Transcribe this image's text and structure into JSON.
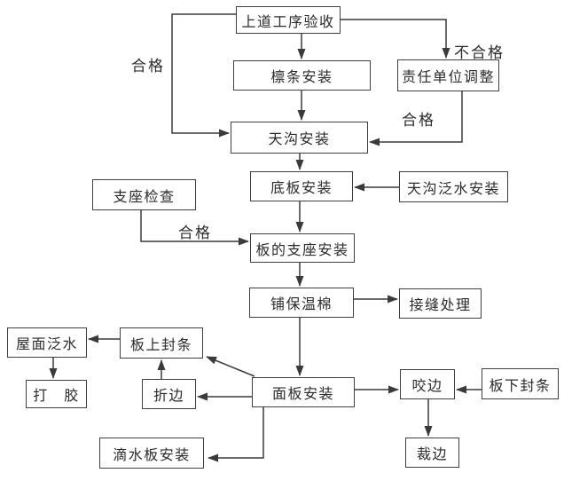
{
  "diagram": {
    "type": "flowchart",
    "language": "zh-CN",
    "colors": {
      "background": "#ffffff",
      "box_border": "#3f3f3f",
      "line": "#3a3a3a",
      "text": "#2b2b2b"
    },
    "nodes": [
      {
        "id": "previous-process-acceptance",
        "label": "上道工序验收"
      },
      {
        "id": "purlin-installation",
        "label": "檩条安装"
      },
      {
        "id": "responsible-unit-adjustment",
        "label": "责任单位调整"
      },
      {
        "id": "gutter-installation",
        "label": "天沟安装"
      },
      {
        "id": "bottom-plate-installation",
        "label": "底板安装"
      },
      {
        "id": "gutter-flashing-installation",
        "label": "天沟泛水安装"
      },
      {
        "id": "support-inspection",
        "label": "支座检查"
      },
      {
        "id": "plate-support-installation",
        "label": "板的支座安装"
      },
      {
        "id": "insulation-cotton-laying",
        "label": "铺保温棉"
      },
      {
        "id": "joint-treatment",
        "label": "接缝处理"
      },
      {
        "id": "roof-flashing",
        "label": "屋面泛水"
      },
      {
        "id": "seal-strip-above-plate",
        "label": "板上封条"
      },
      {
        "id": "glue-application",
        "label": "打　胶"
      },
      {
        "id": "edge-folding",
        "label": "折边"
      },
      {
        "id": "panel-installation",
        "label": "面板安装"
      },
      {
        "id": "edge-seaming",
        "label": "咬边"
      },
      {
        "id": "seal-strip-below-plate",
        "label": "板下封条"
      },
      {
        "id": "drip-plate-installation",
        "label": "滴水板安装"
      },
      {
        "id": "edge-trimming",
        "label": "裁边"
      }
    ],
    "edge_labels": [
      {
        "id": "qualified-left",
        "text": "合格"
      },
      {
        "id": "unqualified",
        "text": "不合格"
      },
      {
        "id": "qualified-after-adjustment",
        "text": "合格"
      },
      {
        "id": "qualified-support",
        "text": "合格"
      }
    ]
  }
}
